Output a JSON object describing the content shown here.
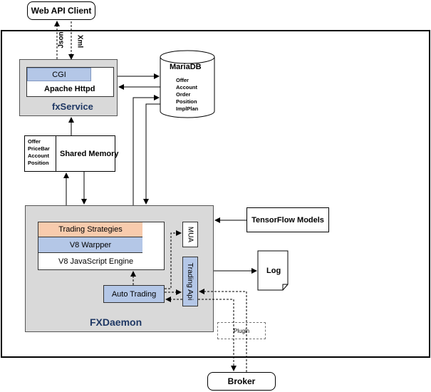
{
  "web_api_client": "Web API Client",
  "protocols": {
    "json": "Json",
    "xml": "Xml"
  },
  "fxservice": {
    "name": "fxService",
    "cgi": "CGI",
    "apache": "Apache Httpd"
  },
  "mariadb": {
    "title": "MariaDB",
    "tables": [
      "Offer",
      "Account",
      "Order",
      "Position",
      "ImplPlan"
    ]
  },
  "shared_memory": {
    "title": "Shared Memory",
    "items": [
      "Offer",
      "PriceBar",
      "Account",
      "Position"
    ]
  },
  "tensorflow": "TensorFlow Models",
  "log": "Log",
  "fxdaemon": {
    "name": "FXDaemon",
    "trading_strategies": "Trading Strategies",
    "v8_wrapper": "V8 Warpper",
    "v8_engine": "V8 JavaScript Engine",
    "mua": "MUA",
    "trading_api": "Trading Api",
    "auto_trading": "Auto Trading"
  },
  "plugin": "Plugin",
  "broker": "Broker",
  "colors": {
    "panel_gray": "#d9d9d9",
    "blue_fill": "#b4c7e7",
    "orange_fill": "#f8cbad",
    "title_blue": "#1f3864"
  }
}
